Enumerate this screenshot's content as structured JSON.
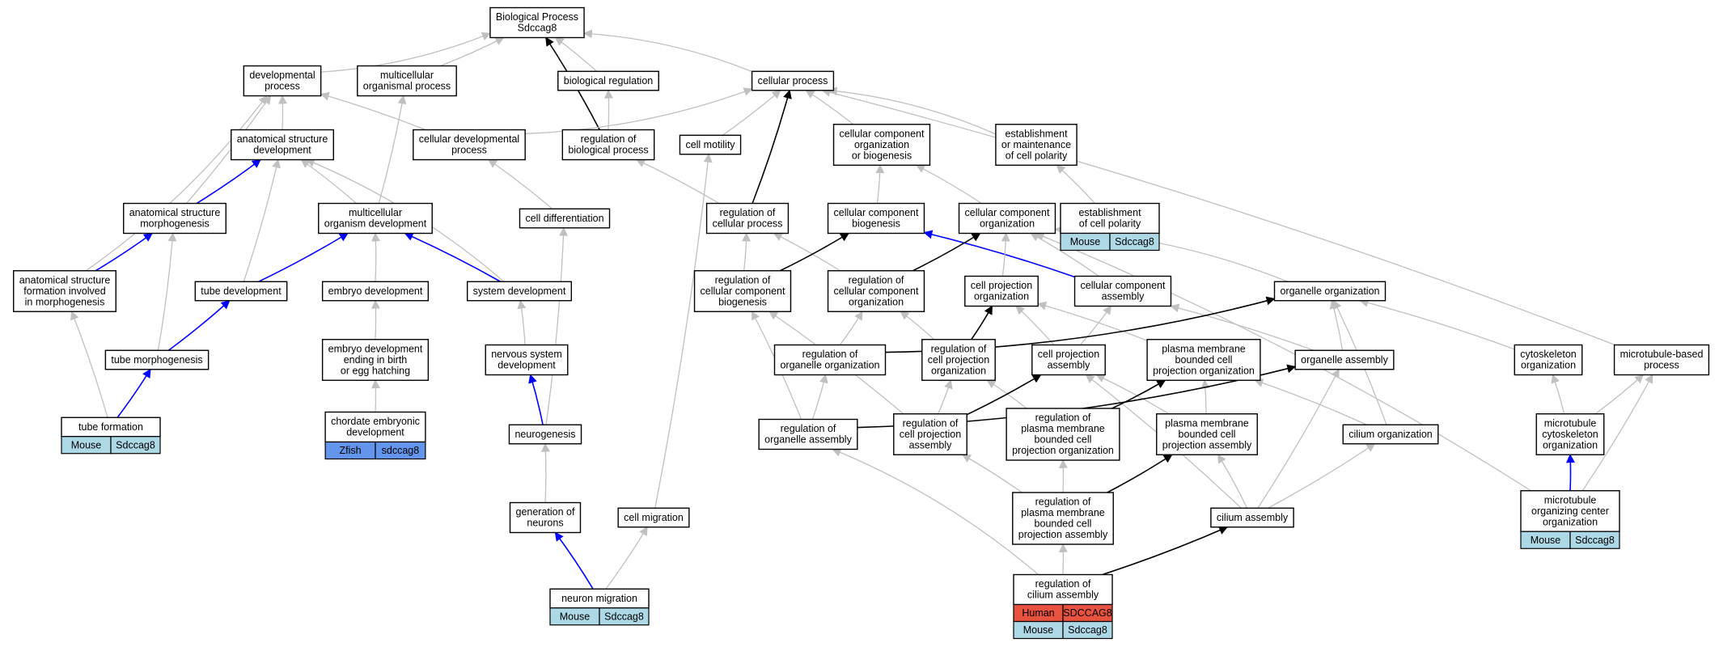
{
  "colors": {
    "edge_gray": "#c0c0c0",
    "edge_black": "#000000",
    "edge_blue": "#0000ff",
    "mouse": "#add8e6",
    "zfish": "#6495ed",
    "human": "#e8533f"
  },
  "nodes": [
    {
      "id": "bp",
      "lines": [
        "Biological Process",
        "Sdccag8"
      ]
    },
    {
      "id": "dev",
      "lines": [
        "developmental",
        "process"
      ]
    },
    {
      "id": "mop",
      "lines": [
        "multicellular",
        "organismal process"
      ]
    },
    {
      "id": "breg",
      "lines": [
        "biological regulation"
      ]
    },
    {
      "id": "cp",
      "lines": [
        "cellular process"
      ]
    },
    {
      "id": "asd",
      "lines": [
        "anatomical structure",
        "development"
      ]
    },
    {
      "id": "cdp",
      "lines": [
        "cellular developmental",
        "process"
      ]
    },
    {
      "id": "rbp",
      "lines": [
        "regulation of",
        "biological process"
      ]
    },
    {
      "id": "cmot",
      "lines": [
        "cell motility"
      ]
    },
    {
      "id": "ccob",
      "lines": [
        "cellular component",
        "organization",
        "or biogenesis"
      ]
    },
    {
      "id": "emcp",
      "lines": [
        "establishment",
        "or maintenance",
        "of cell polarity"
      ]
    },
    {
      "id": "asm",
      "lines": [
        "anatomical structure",
        "morphogenesis"
      ]
    },
    {
      "id": "mod",
      "lines": [
        "multicellular",
        "organism development"
      ]
    },
    {
      "id": "cdiff",
      "lines": [
        "cell differentiation"
      ]
    },
    {
      "id": "rcp",
      "lines": [
        "regulation of",
        "cellular process"
      ]
    },
    {
      "id": "ccb",
      "lines": [
        "cellular component",
        "biogenesis"
      ]
    },
    {
      "id": "cco",
      "lines": [
        "cellular component",
        "organization"
      ]
    },
    {
      "id": "ecp",
      "lines": [
        "establishment",
        "of cell polarity"
      ]
    },
    {
      "id": "asfm",
      "lines": [
        "anatomical structure",
        "formation involved",
        "in morphogenesis"
      ]
    },
    {
      "id": "tdev",
      "lines": [
        "tube development"
      ]
    },
    {
      "id": "edev",
      "lines": [
        "embryo development"
      ]
    },
    {
      "id": "sdev",
      "lines": [
        "system development"
      ]
    },
    {
      "id": "rccb",
      "lines": [
        "regulation of",
        "cellular component",
        "biogenesis"
      ]
    },
    {
      "id": "rcco",
      "lines": [
        "regulation of",
        "cellular component",
        "organization"
      ]
    },
    {
      "id": "cpo",
      "lines": [
        "cell projection",
        "organization"
      ]
    },
    {
      "id": "cca",
      "lines": [
        "cellular component",
        "assembly"
      ]
    },
    {
      "id": "oo",
      "lines": [
        "organelle organization"
      ]
    },
    {
      "id": "tm",
      "lines": [
        "tube morphogenesis"
      ]
    },
    {
      "id": "edeb",
      "lines": [
        "embryo development",
        "ending in birth",
        "or egg hatching"
      ]
    },
    {
      "id": "nsd",
      "lines": [
        "nervous system",
        "development"
      ]
    },
    {
      "id": "roo",
      "lines": [
        "regulation of",
        "organelle organization"
      ]
    },
    {
      "id": "rcpo",
      "lines": [
        "regulation of",
        "cell projection",
        "organization"
      ]
    },
    {
      "id": "cpa",
      "lines": [
        "cell projection",
        "assembly"
      ]
    },
    {
      "id": "pmbcpo",
      "lines": [
        "plasma membrane",
        "bounded cell",
        "projection organization"
      ]
    },
    {
      "id": "oa",
      "lines": [
        "organelle assembly"
      ]
    },
    {
      "id": "cyto",
      "lines": [
        "cytoskeleton",
        "organization"
      ]
    },
    {
      "id": "mbp",
      "lines": [
        "microtubule-based",
        "process"
      ]
    },
    {
      "id": "tf",
      "lines": [
        "tube formation"
      ]
    },
    {
      "id": "ced",
      "lines": [
        "chordate embryonic",
        "development"
      ]
    },
    {
      "id": "neur",
      "lines": [
        "neurogenesis"
      ]
    },
    {
      "id": "roa",
      "lines": [
        "regulation of",
        "organelle assembly"
      ]
    },
    {
      "id": "rcpa",
      "lines": [
        "regulation of",
        "cell projection",
        "assembly"
      ]
    },
    {
      "id": "rpmbcpo",
      "lines": [
        "regulation of",
        "plasma membrane",
        "bounded cell",
        "projection organization"
      ]
    },
    {
      "id": "pmbcpa",
      "lines": [
        "plasma membrane",
        "bounded cell",
        "projection assembly"
      ]
    },
    {
      "id": "ciliumo",
      "lines": [
        "cilium organization"
      ]
    },
    {
      "id": "mco",
      "lines": [
        "microtubule",
        "cytoskeleton",
        "organization"
      ]
    },
    {
      "id": "gon",
      "lines": [
        "generation of",
        "neurons"
      ]
    },
    {
      "id": "cmig",
      "lines": [
        "cell migration"
      ]
    },
    {
      "id": "rpmbcpa",
      "lines": [
        "regulation of",
        "plasma membrane",
        "bounded cell",
        "projection assembly"
      ]
    },
    {
      "id": "ciliuma",
      "lines": [
        "cilium assembly"
      ]
    },
    {
      "id": "mtoc",
      "lines": [
        "microtubule",
        "organizing center",
        "organization"
      ]
    },
    {
      "id": "nmig",
      "lines": [
        "neuron migration"
      ]
    },
    {
      "id": "rca",
      "lines": [
        "regulation of",
        "cilium assembly"
      ]
    }
  ],
  "annotations": [
    {
      "node": "ecp",
      "rows": [
        [
          {
            "text": "Mouse",
            "color": "mouse"
          },
          {
            "text": "Sdccag8",
            "color": "mouse"
          }
        ]
      ]
    },
    {
      "node": "tf",
      "rows": [
        [
          {
            "text": "Mouse",
            "color": "mouse"
          },
          {
            "text": "Sdccag8",
            "color": "mouse"
          }
        ]
      ]
    },
    {
      "node": "ced",
      "rows": [
        [
          {
            "text": "Zfish",
            "color": "zfish"
          },
          {
            "text": "sdccag8",
            "color": "zfish"
          }
        ]
      ]
    },
    {
      "node": "nmig",
      "rows": [
        [
          {
            "text": "Mouse",
            "color": "mouse"
          },
          {
            "text": "Sdccag8",
            "color": "mouse"
          }
        ]
      ]
    },
    {
      "node": "mtoc",
      "rows": [
        [
          {
            "text": "Mouse",
            "color": "mouse"
          },
          {
            "text": "Sdccag8",
            "color": "mouse"
          }
        ]
      ]
    },
    {
      "node": "rca",
      "rows": [
        [
          {
            "text": "Human",
            "color": "human"
          },
          {
            "text": "SDCCAG8",
            "color": "human"
          }
        ],
        [
          {
            "text": "Mouse",
            "color": "mouse"
          },
          {
            "text": "Sdccag8",
            "color": "mouse"
          }
        ]
      ]
    }
  ],
  "edges": [
    {
      "from": "dev",
      "to": "bp",
      "type": "gray"
    },
    {
      "from": "mop",
      "to": "bp",
      "type": "gray"
    },
    {
      "from": "breg",
      "to": "bp",
      "type": "gray"
    },
    {
      "from": "cp",
      "to": "bp",
      "type": "gray"
    },
    {
      "from": "rbp",
      "to": "bp",
      "type": "black"
    },
    {
      "from": "asd",
      "to": "dev",
      "type": "gray"
    },
    {
      "from": "cdp",
      "to": "dev",
      "type": "gray"
    },
    {
      "from": "asm",
      "to": "dev",
      "type": "gray"
    },
    {
      "from": "asfm",
      "to": "dev",
      "type": "gray"
    },
    {
      "from": "mod",
      "to": "mop",
      "type": "gray"
    },
    {
      "from": "rbp",
      "to": "breg",
      "type": "gray"
    },
    {
      "from": "cdp",
      "to": "cp",
      "type": "gray"
    },
    {
      "from": "cmot",
      "to": "cp",
      "type": "gray"
    },
    {
      "from": "ccob",
      "to": "cp",
      "type": "gray"
    },
    {
      "from": "emcp",
      "to": "cp",
      "type": "gray"
    },
    {
      "from": "mbp",
      "to": "cp",
      "type": "gray"
    },
    {
      "from": "rcp",
      "to": "cp",
      "type": "black"
    },
    {
      "from": "asm",
      "to": "asd",
      "type": "blue"
    },
    {
      "from": "mod",
      "to": "asd",
      "type": "gray"
    },
    {
      "from": "tdev",
      "to": "asd",
      "type": "gray"
    },
    {
      "from": "sdev",
      "to": "asd",
      "type": "gray"
    },
    {
      "from": "cdiff",
      "to": "cdp",
      "type": "gray"
    },
    {
      "from": "rcp",
      "to": "rbp",
      "type": "gray"
    },
    {
      "from": "ccb",
      "to": "ccob",
      "type": "gray"
    },
    {
      "from": "cco",
      "to": "ccob",
      "type": "gray"
    },
    {
      "from": "ecp",
      "to": "emcp",
      "type": "gray"
    },
    {
      "from": "asfm",
      "to": "asm",
      "type": "blue"
    },
    {
      "from": "tm",
      "to": "asm",
      "type": "gray"
    },
    {
      "from": "tdev",
      "to": "mod",
      "type": "blue"
    },
    {
      "from": "edev",
      "to": "mod",
      "type": "gray"
    },
    {
      "from": "sdev",
      "to": "mod",
      "type": "blue"
    },
    {
      "from": "neur",
      "to": "cdiff",
      "type": "gray"
    },
    {
      "from": "rccb",
      "to": "rcp",
      "type": "gray"
    },
    {
      "from": "rcco",
      "to": "rcp",
      "type": "gray"
    },
    {
      "from": "rccb",
      "to": "ccb",
      "type": "black"
    },
    {
      "from": "cca",
      "to": "ccb",
      "type": "blue"
    },
    {
      "from": "rcco",
      "to": "cco",
      "type": "black"
    },
    {
      "from": "cpo",
      "to": "cco",
      "type": "gray"
    },
    {
      "from": "cca",
      "to": "cco",
      "type": "gray"
    },
    {
      "from": "oo",
      "to": "cco",
      "type": "gray"
    },
    {
      "from": "mtoc",
      "to": "cco",
      "type": "gray"
    },
    {
      "from": "tf",
      "to": "asfm",
      "type": "gray"
    },
    {
      "from": "tm",
      "to": "tdev",
      "type": "blue"
    },
    {
      "from": "edeb",
      "to": "edev",
      "type": "gray"
    },
    {
      "from": "nsd",
      "to": "sdev",
      "type": "gray"
    },
    {
      "from": "roa",
      "to": "rccb",
      "type": "gray"
    },
    {
      "from": "rcpa",
      "to": "rccb",
      "type": "gray"
    },
    {
      "from": "roo",
      "to": "rcco",
      "type": "gray"
    },
    {
      "from": "rcpo",
      "to": "rcco",
      "type": "gray"
    },
    {
      "from": "rcpo",
      "to": "cpo",
      "type": "black"
    },
    {
      "from": "cpa",
      "to": "cpo",
      "type": "gray"
    },
    {
      "from": "pmbcpo",
      "to": "cpo",
      "type": "gray"
    },
    {
      "from": "cpa",
      "to": "cca",
      "type": "gray"
    },
    {
      "from": "oa",
      "to": "cca",
      "type": "gray"
    },
    {
      "from": "roo",
      "to": "oo",
      "type": "black"
    },
    {
      "from": "oa",
      "to": "oo",
      "type": "gray"
    },
    {
      "from": "cyto",
      "to": "oo",
      "type": "gray"
    },
    {
      "from": "ciliumo",
      "to": "oo",
      "type": "gray"
    },
    {
      "from": "tf",
      "to": "tm",
      "type": "blue"
    },
    {
      "from": "ced",
      "to": "edeb",
      "type": "gray"
    },
    {
      "from": "neur",
      "to": "nsd",
      "type": "blue"
    },
    {
      "from": "roa",
      "to": "roo",
      "type": "gray"
    },
    {
      "from": "rcpa",
      "to": "rcpo",
      "type": "gray"
    },
    {
      "from": "rpmbcpo",
      "to": "rcpo",
      "type": "gray"
    },
    {
      "from": "rcpa",
      "to": "cpa",
      "type": "black"
    },
    {
      "from": "pmbcpa",
      "to": "cpa",
      "type": "gray"
    },
    {
      "from": "ciliuma",
      "to": "cpa",
      "type": "gray"
    },
    {
      "from": "rpmbcpo",
      "to": "pmbcpo",
      "type": "black"
    },
    {
      "from": "pmbcpa",
      "to": "pmbcpo",
      "type": "gray"
    },
    {
      "from": "ciliumo",
      "to": "pmbcpo",
      "type": "gray"
    },
    {
      "from": "roa",
      "to": "oa",
      "type": "black"
    },
    {
      "from": "ciliuma",
      "to": "oa",
      "type": "gray"
    },
    {
      "from": "mco",
      "to": "cyto",
      "type": "gray"
    },
    {
      "from": "mco",
      "to": "mbp",
      "type": "gray"
    },
    {
      "from": "mtoc",
      "to": "mbp",
      "type": "gray"
    },
    {
      "from": "gon",
      "to": "neur",
      "type": "gray"
    },
    {
      "from": "rca",
      "to": "roa",
      "type": "gray"
    },
    {
      "from": "rpmbcpa",
      "to": "rcpa",
      "type": "gray"
    },
    {
      "from": "rpmbcpa",
      "to": "rpmbcpo",
      "type": "gray"
    },
    {
      "from": "rpmbcpa",
      "to": "pmbcpa",
      "type": "black"
    },
    {
      "from": "ciliuma",
      "to": "pmbcpa",
      "type": "gray"
    },
    {
      "from": "ciliuma",
      "to": "ciliumo",
      "type": "gray"
    },
    {
      "from": "mtoc",
      "to": "mco",
      "type": "blue"
    },
    {
      "from": "nmig",
      "to": "gon",
      "type": "blue"
    },
    {
      "from": "cmig",
      "to": "cmot",
      "type": "gray"
    },
    {
      "from": "nmig",
      "to": "cmig",
      "type": "gray"
    },
    {
      "from": "rca",
      "to": "rpmbcpa",
      "type": "gray"
    },
    {
      "from": "rca",
      "to": "ciliuma",
      "type": "black"
    }
  ]
}
